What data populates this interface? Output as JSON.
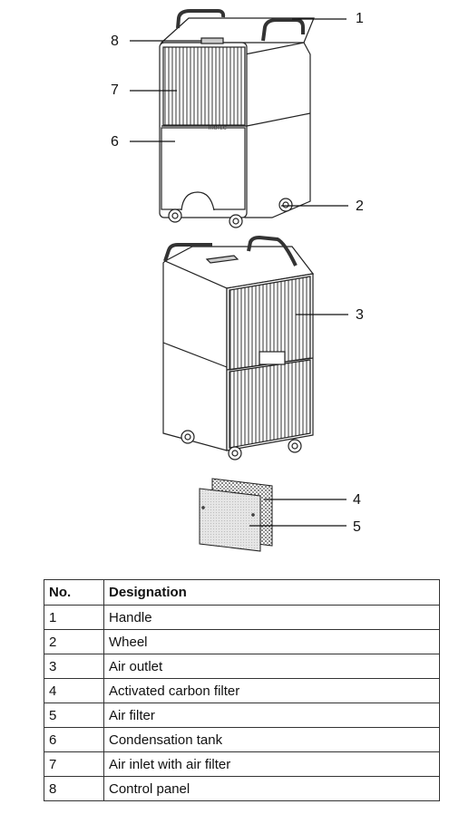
{
  "callouts": [
    "1",
    "2",
    "3",
    "4",
    "5",
    "6",
    "7",
    "8"
  ],
  "unit_logo_text": "TROTEC",
  "table": {
    "headers": [
      "No.",
      "Designation"
    ],
    "rows": [
      [
        "1",
        "Handle"
      ],
      [
        "2",
        "Wheel"
      ],
      [
        "3",
        "Air outlet"
      ],
      [
        "4",
        "Activated carbon filter"
      ],
      [
        "5",
        "Air filter"
      ],
      [
        "6",
        "Condensation tank"
      ],
      [
        "7",
        "Air inlet with air filter"
      ],
      [
        "8",
        "Control panel"
      ]
    ]
  }
}
